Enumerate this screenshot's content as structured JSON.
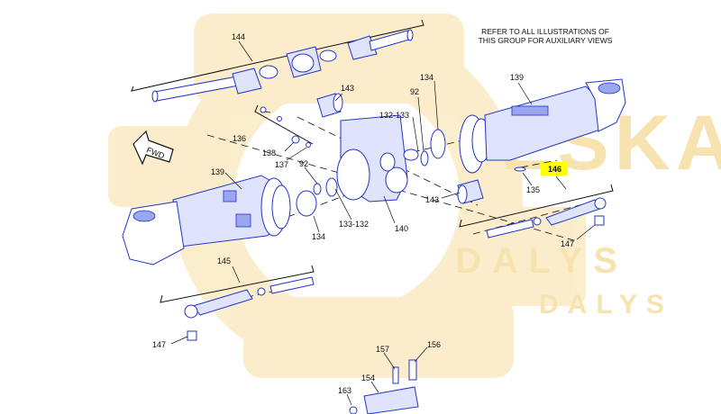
{
  "note": [
    "REFER TO ALL ILLUSTRATIONS OF",
    "THIS GROUP FOR AUXILIARY VIEWS"
  ],
  "watermark": {
    "brand": "ESKA",
    "name": "DALYS",
    "color": "#f1d79a"
  },
  "direction_arrow": "FWD",
  "highlight": {
    "part": "146",
    "color": "#ffff00"
  },
  "callouts": {
    "c144": "144",
    "c143a": "143",
    "c136": "136",
    "c138": "138",
    "c137": "137",
    "c92a": "92",
    "c139a": "139",
    "c134a": "134",
    "c133_132": "133-132",
    "c140": "140",
    "c134b": "134",
    "c92b": "92",
    "c132_133": "132-133",
    "c143b": "143",
    "c139b": "139",
    "c146": "146",
    "c135": "135",
    "c147a": "147",
    "c145": "145",
    "c147b": "147",
    "c157": "157",
    "c156": "156",
    "c154": "154",
    "c163": "163"
  },
  "colors": {
    "line_art": "#2235c8",
    "shading": "#9aa6f0"
  }
}
